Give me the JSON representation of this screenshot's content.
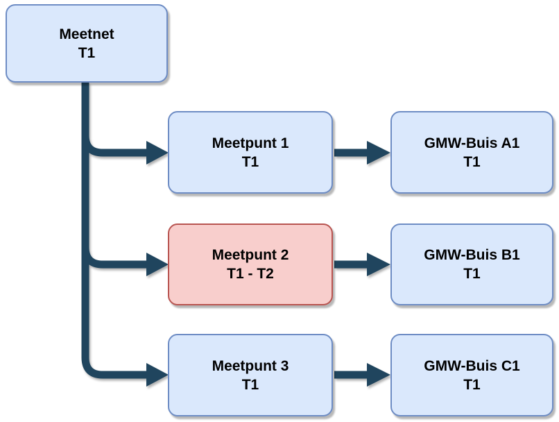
{
  "diagram": {
    "type": "flowchart",
    "root": {
      "label": "Meetnet",
      "period": "T1"
    },
    "rows": [
      {
        "meetpunt": {
          "label": "Meetpunt 1",
          "period": "T1",
          "highlight": false
        },
        "gmw_buis": {
          "label": "GMW-Buis A1",
          "period": "T1"
        }
      },
      {
        "meetpunt": {
          "label": "Meetpunt 2",
          "period": "T1 - T2",
          "highlight": true
        },
        "gmw_buis": {
          "label": "GMW-Buis B1",
          "period": "T1"
        }
      },
      {
        "meetpunt": {
          "label": "Meetpunt 3",
          "period": "T1",
          "highlight": false
        },
        "gmw_buis": {
          "label": "GMW-Buis C1",
          "period": "T1"
        }
      }
    ],
    "colors": {
      "node_fill_blue": "#dae8fc",
      "node_border_blue": "#6d8cc4",
      "node_fill_red": "#f8cecc",
      "node_border_red": "#b85450",
      "arrow": "#20455e",
      "background": "#ffffff",
      "text": "#000000"
    }
  }
}
